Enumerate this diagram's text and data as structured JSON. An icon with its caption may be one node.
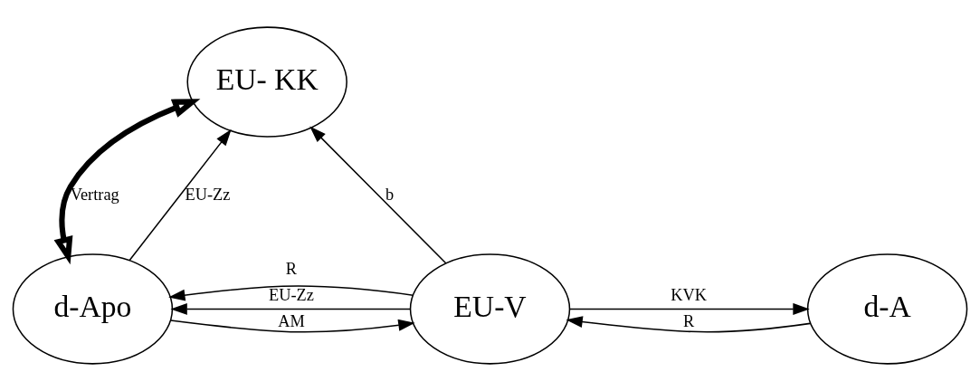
{
  "diagram": {
    "nodes": [
      {
        "text": [
          "EU- KK"
        ]
      },
      {
        "text": [
          "d-Apo"
        ]
      },
      {
        "text": [
          "EU-V"
        ]
      },
      {
        "text": [
          "d-A"
        ]
      }
    ],
    "edges": [
      {
        "from": 1,
        "to": 0,
        "arrow": "both",
        "label": "Vertrag",
        "style": "thick"
      },
      {
        "from": 1,
        "to": 0,
        "arrow": "to",
        "label": "EU-Zz"
      },
      {
        "from": 2,
        "to": 0,
        "arrow": "to",
        "label": "b"
      },
      {
        "from": 2,
        "to": 1,
        "arrow": "to",
        "label": "R"
      },
      {
        "from": 2,
        "to": 1,
        "arrow": "to",
        "label": "EU-Zz"
      },
      {
        "from": 1,
        "to": 2,
        "arrow": "to",
        "label": "AM"
      },
      {
        "from": 3,
        "to": 2,
        "arrow": "to",
        "label": "R"
      },
      {
        "from": 2,
        "to": 3,
        "arrow": "to",
        "label": "KVK"
      }
    ]
  }
}
